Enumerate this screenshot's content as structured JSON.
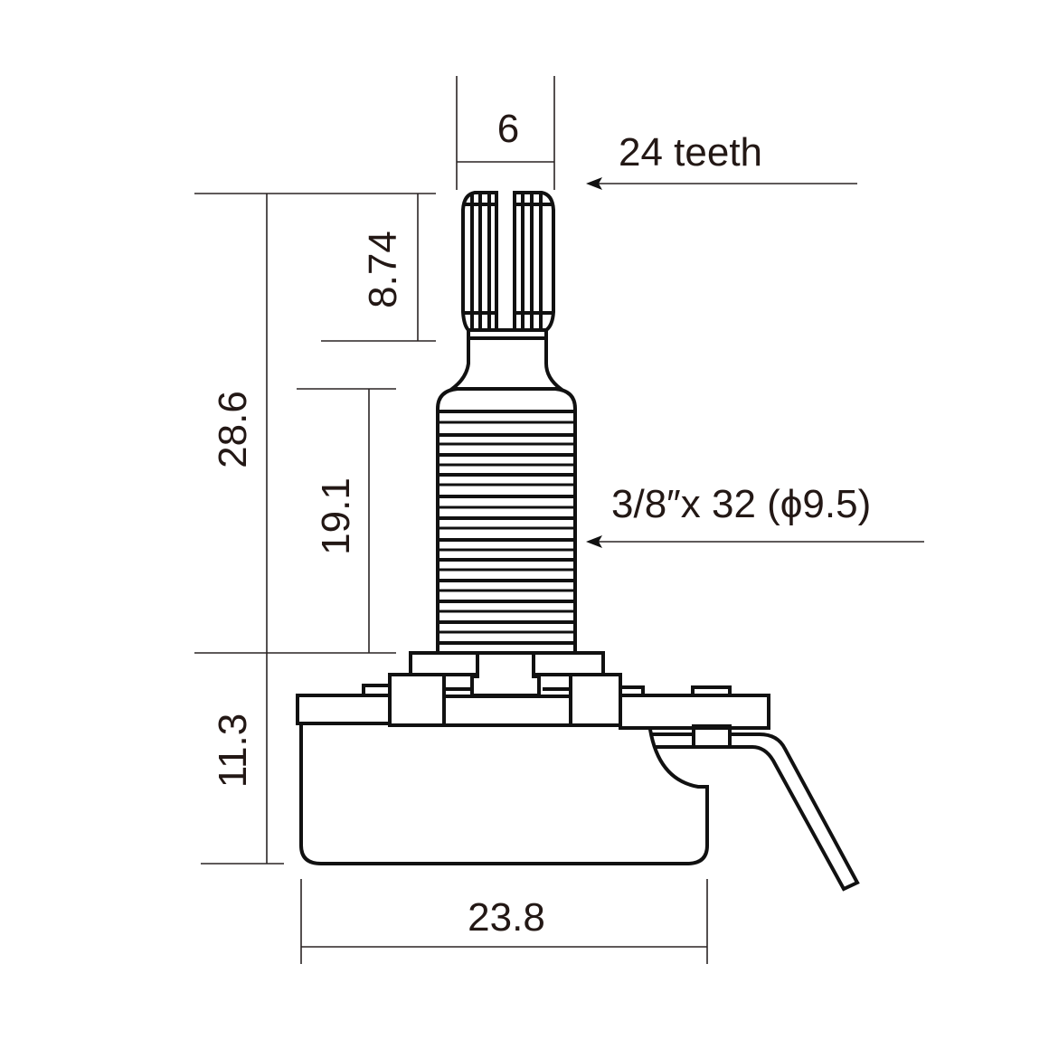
{
  "diagram": {
    "subject": "potentiometer dimension drawing",
    "units": "mm",
    "colors": {
      "line": "#111111",
      "text": "#231815",
      "background": "#ffffff"
    },
    "dimensions": {
      "shaft_diameter": "6",
      "knurl_length": "8.74",
      "overall_height": "28.6",
      "bushing_length": "19.1",
      "body_height": "11.3",
      "body_width": "23.8"
    },
    "callouts": {
      "shaft": "24 teeth",
      "bushing": "3/8″x 32 (ϕ9.5)"
    }
  }
}
